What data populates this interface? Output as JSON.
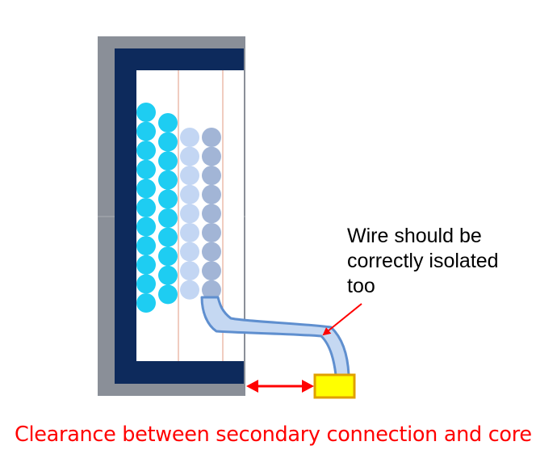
{
  "annotation": {
    "lines": [
      "Wire should be",
      "correctly isolated",
      "too"
    ]
  },
  "caption": "Clearance between secondary connection and core",
  "colors": {
    "core_frame": "#8a8f98",
    "insulation": "#0d2a5c",
    "primary_winding": "#1ecdf2",
    "secondary_winding_light": "#c3d6f3",
    "secondary_winding_dark": "#a2b5d6",
    "lead_fill": "#c5d8f2",
    "lead_outline": "#5f8fcf",
    "connector": "#ffff00",
    "connector_border": "#e0a000",
    "arrow": "#ff0000",
    "separator_line": "#e09a82"
  },
  "icons": {
    "core": "transformer-core",
    "connector": "secondary-connection-terminal",
    "clearance_arrow": "double-headed-arrow",
    "pointer_arrow": "pointer-arrow"
  }
}
